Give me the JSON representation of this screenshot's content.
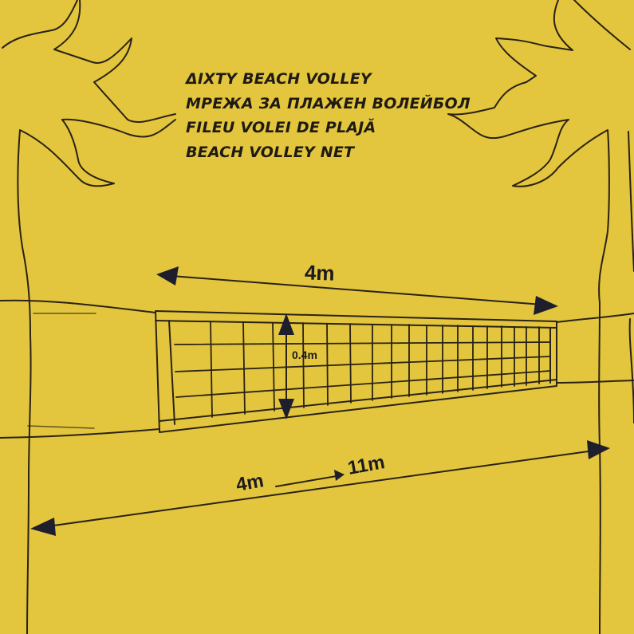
{
  "title": {
    "lines": [
      "ΔΙΧΤΥ BEACH VOLLEY",
      "МРЕЖА ЗА ПЛАЖЕН ВОЛЕЙБОЛ",
      "FILEU VOLEI DE PLAJĂ",
      "BEACH VOLLEY NET"
    ]
  },
  "dimensions": {
    "net_width": "4m",
    "net_height": "0.4m",
    "adjustable_from": "4m",
    "adjustable_to": "11m"
  },
  "colors": {
    "background": "#E3C63D",
    "stroke": "#2a2216",
    "arrowhead": "#1f1e2c"
  },
  "net_grid": {
    "rows": 4,
    "columns": 20
  }
}
